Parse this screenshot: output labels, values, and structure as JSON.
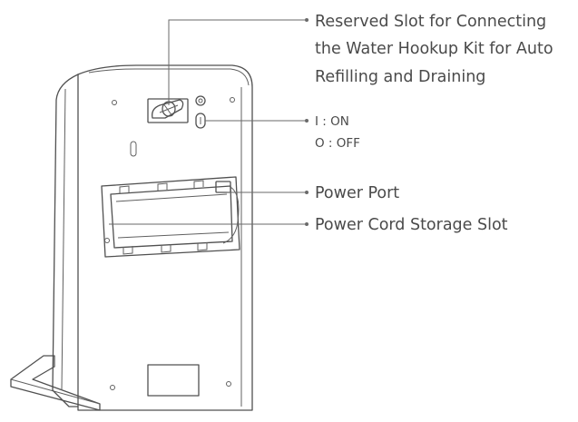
{
  "callouts": {
    "water_slot": {
      "lines": [
        "Reserved Slot for Connecting",
        "the Water Hookup Kit for Auto",
        "Refilling and Draining"
      ]
    },
    "switch": {
      "on_label": "I : ON",
      "off_label": "O : OFF"
    },
    "power_port": {
      "label": "Power Port"
    },
    "cord_storage": {
      "label": "Power Cord Storage Slot"
    }
  },
  "colors": {
    "line": "#505050",
    "text": "#4a4a4a",
    "background": "#ffffff"
  }
}
